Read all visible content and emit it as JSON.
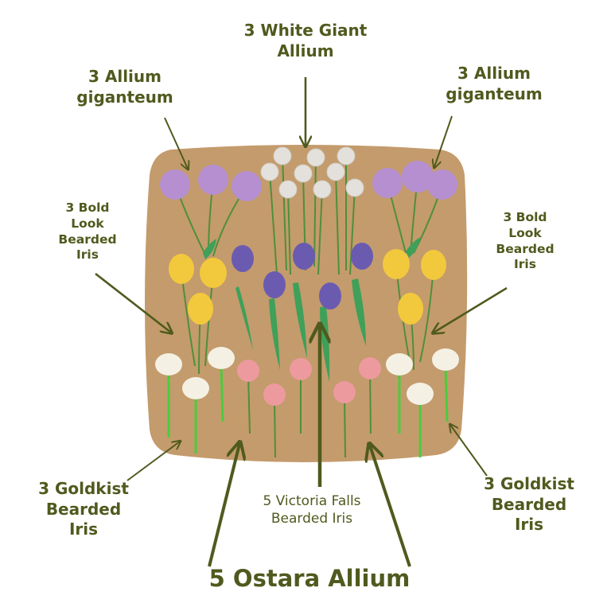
{
  "labels": {
    "white_giant_allium": {
      "line1": "3 White Giant",
      "line2": "Allium"
    },
    "allium_giganteum_left": {
      "line1": "3 Allium",
      "line2": "giganteum"
    },
    "allium_giganteum_right": {
      "line1": "3 Allium",
      "line2": "giganteum"
    },
    "bold_look_left": {
      "line1": "3 Bold",
      "line2": "Look",
      "line3": "Bearded",
      "line4": "Iris"
    },
    "bold_look_right": {
      "line1": "3 Bold",
      "line2": "Look",
      "line3": "Bearded",
      "line4": "Iris"
    },
    "goldkist_left": {
      "line1": "3 Goldkist",
      "line2": "Bearded",
      "line3": "Iris"
    },
    "goldkist_right": {
      "line1": "3 Goldkist",
      "line2": "Bearded",
      "line3": "Iris"
    },
    "victoria_falls": {
      "line1": "5 Victoria Falls",
      "line2": "Bearded Iris"
    },
    "ostara_allium": {
      "line1": "5 Ostara Allium"
    }
  },
  "colors": {
    "bed": "#c49b6c",
    "label_text": "#4f5a1e",
    "arrow": "#4f5a1e",
    "purple_allium": "#b58fd0",
    "white_allium": "#e4e1dc",
    "pink_allium": "#ec9a9e",
    "yellow_iris": "#f2c93c",
    "purple_iris": "#6b5bb0",
    "white_iris": "#f4f1e4",
    "stem": "#4f8f3b",
    "leaf": "#3fa05a"
  }
}
